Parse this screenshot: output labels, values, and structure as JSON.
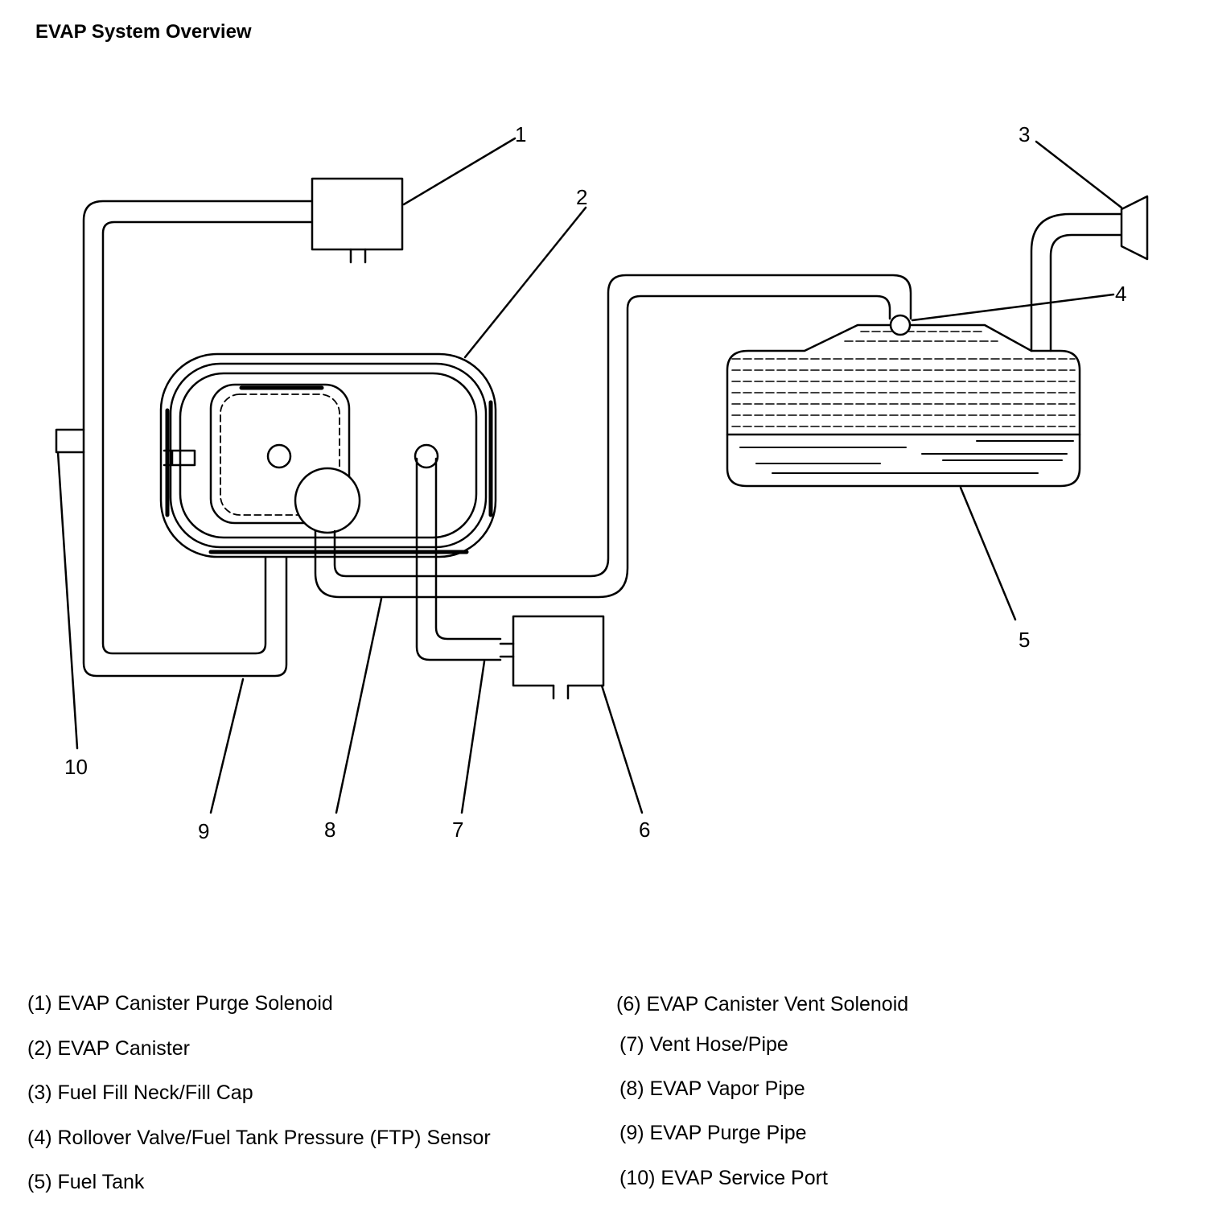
{
  "title": "EVAP System Overview",
  "callouts": [
    "1",
    "2",
    "3",
    "4",
    "5",
    "6",
    "7",
    "8",
    "9",
    "10"
  ],
  "legend": [
    "(1) EVAP Canister Purge Solenoid",
    "(2) EVAP Canister",
    "(3) Fuel Fill Neck/Fill Cap",
    "(4) Rollover Valve/Fuel Tank Pressure (FTP) Sensor",
    "(5) Fuel Tank",
    "(6) EVAP Canister Vent Solenoid",
    "(7) Vent Hose/Pipe",
    "(8) EVAP Vapor Pipe",
    "(9) EVAP Purge Pipe",
    "(10) EVAP Service Port"
  ]
}
